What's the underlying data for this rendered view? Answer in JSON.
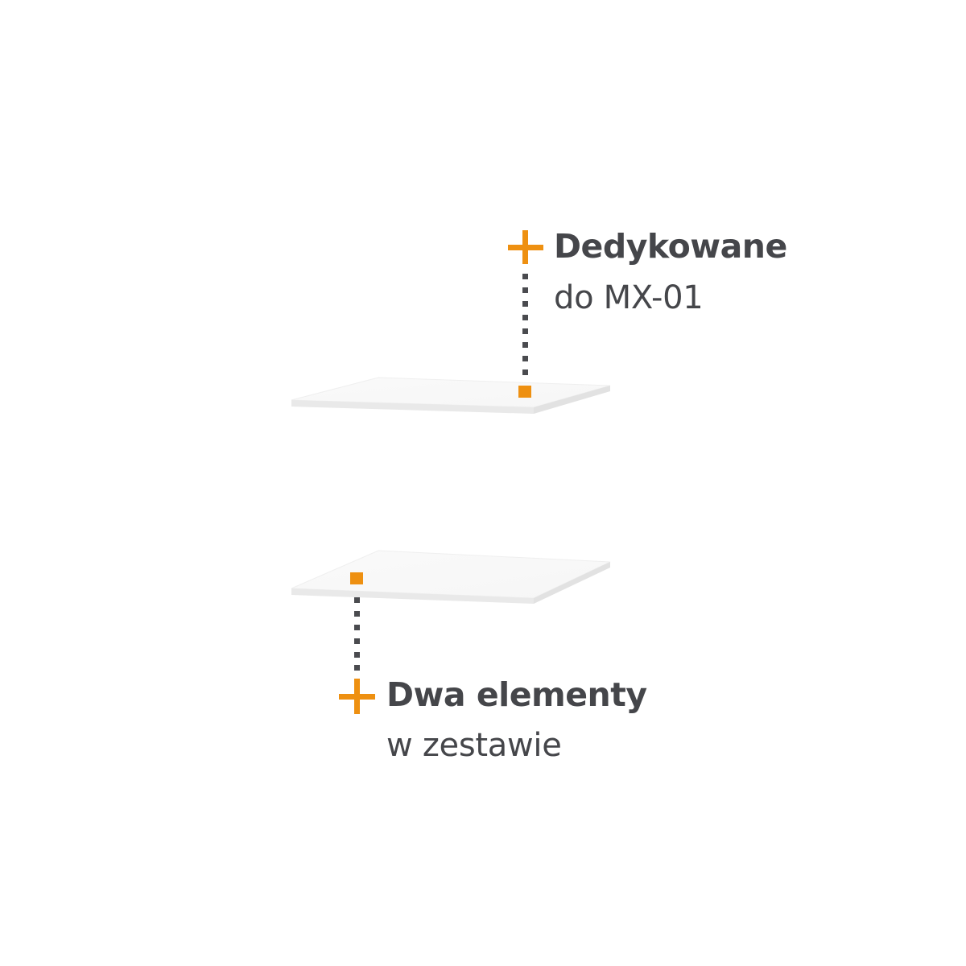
{
  "callouts": {
    "top": {
      "title": "Dedykowane",
      "subtitle": "do MX-01"
    },
    "bottom": {
      "title": "Dwa elementy",
      "subtitle": "w zestawie"
    }
  },
  "colors": {
    "accent": "#ee9011",
    "text": "#45464a",
    "connector": "#4a4b4f",
    "panel_top": "#f9f9f9",
    "panel_edge": "#e4e4e4",
    "background": "#ffffff"
  },
  "icons": {
    "marker": "plus-icon",
    "anchor": "square-marker-icon"
  }
}
